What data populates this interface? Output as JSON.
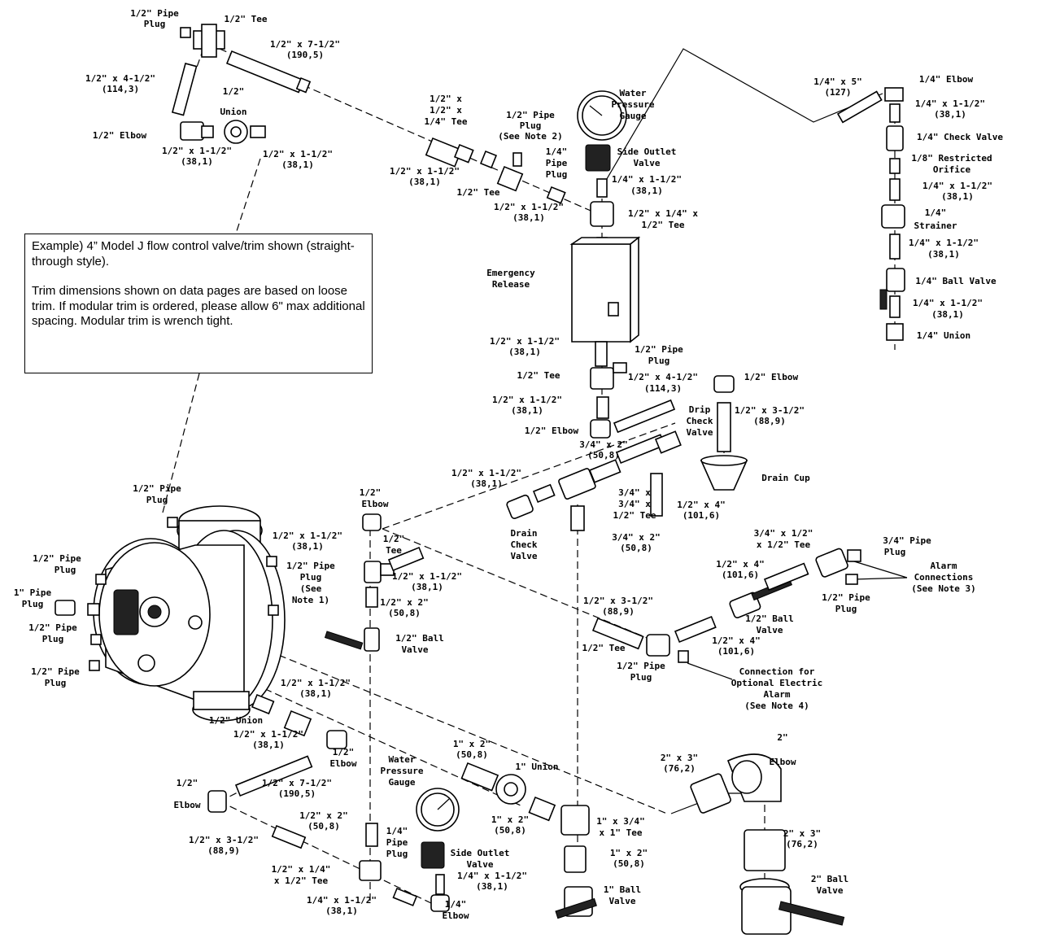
{
  "note": {
    "paragraph1": "Example) 4” Model J flow control valve/trim shown (straight-through style).",
    "paragraph2": "Trim dimensions shown on data pages are based on loose trim.  If modular trim is ordered, please allow 6\" max additional spacing.  Modular trim is wrench tight."
  },
  "labels": [
    [
      "1/2\" Pipe",
      190,
      20
    ],
    [
      "Plug",
      190,
      33
    ],
    [
      "1/2\" Tee",
      302,
      27
    ],
    [
      "1/2\" x 7-1/2\"",
      375,
      58
    ],
    [
      "(190,5)",
      375,
      71
    ],
    [
      "1/2\" x 4-1/2\"",
      148,
      100
    ],
    [
      "(114,3)",
      148,
      113
    ],
    [
      "1/2\"",
      287,
      116
    ],
    [
      "Union",
      287,
      141
    ],
    [
      "1/2\" Elbow",
      147,
      170
    ],
    [
      "1/2\" x 1-1/2\"",
      242,
      189
    ],
    [
      "(38,1)",
      242,
      202
    ],
    [
      "1/2\" x 1-1/2\"",
      366,
      193
    ],
    [
      "(38,1)",
      366,
      206
    ],
    [
      "1/2\" x",
      548,
      125
    ],
    [
      "1/2\" x",
      548,
      139
    ],
    [
      "1/4\" Tee",
      548,
      153
    ],
    [
      "1/2\" Pipe",
      652,
      145
    ],
    [
      "Plug",
      652,
      158
    ],
    [
      "(See Note 2)",
      652,
      171
    ],
    [
      "Water",
      778,
      118
    ],
    [
      "Pressure",
      778,
      132
    ],
    [
      "Gauge",
      778,
      146
    ],
    [
      "1/4\" x 5\"",
      1030,
      104
    ],
    [
      "(127)",
      1030,
      117
    ],
    [
      "1/4\" Elbow",
      1163,
      101
    ],
    [
      "1/4\" x 1-1/2\"",
      1168,
      131
    ],
    [
      "(38,1)",
      1168,
      144
    ],
    [
      "1/4\" Check Valve",
      1180,
      172
    ],
    [
      "1/8\" Restricted",
      1170,
      198
    ],
    [
      "Orifice",
      1170,
      212
    ],
    [
      "1/4\" x 1-1/2\"",
      1177,
      232
    ],
    [
      "(38,1)",
      1177,
      245
    ],
    [
      "1/4\"",
      1150,
      265
    ],
    [
      "Strainer",
      1150,
      281
    ],
    [
      "1/4\" x 1-1/2\"",
      1160,
      302
    ],
    [
      "(38,1)",
      1160,
      316
    ],
    [
      "1/4\" Ball Valve",
      1175,
      349
    ],
    [
      "1/4\" x 1-1/2\"",
      1165,
      376
    ],
    [
      "(38,1)",
      1165,
      390
    ],
    [
      "1/4\" Union",
      1160,
      416
    ],
    [
      "1/4\"",
      684,
      190
    ],
    [
      "Pipe",
      684,
      204
    ],
    [
      "Plug",
      684,
      218
    ],
    [
      "Side Outlet",
      795,
      190
    ],
    [
      "Valve",
      795,
      204
    ],
    [
      "1/4\" x 1-1/2\"",
      795,
      224
    ],
    [
      "(38,1)",
      795,
      238
    ],
    [
      "1/2\" x 1-1/2\"",
      522,
      214
    ],
    [
      "(38,1)",
      522,
      227
    ],
    [
      "1/2\" Tee",
      588,
      240
    ],
    [
      "1/2\" x 1-1/2\"",
      650,
      258
    ],
    [
      "(38,1)",
      650,
      271
    ],
    [
      "1/2\" x 1/4\" x",
      815,
      266
    ],
    [
      "1/2\" Tee",
      815,
      280
    ],
    [
      "Emergency",
      628,
      339
    ],
    [
      "Release",
      628,
      353
    ],
    [
      "1/2\" x 1-1/2\"",
      645,
      423
    ],
    [
      "(38,1)",
      645,
      436
    ],
    [
      "1/2\" Pipe",
      810,
      433
    ],
    [
      "Plug",
      810,
      447
    ],
    [
      "1/2\" Tee",
      662,
      465
    ],
    [
      "1/2\" x 4-1/2\"",
      815,
      467
    ],
    [
      "(114,3)",
      815,
      481
    ],
    [
      "1/2\" Elbow",
      948,
      467
    ],
    [
      "1/2\" x 1-1/2\"",
      648,
      495
    ],
    [
      "(38,1)",
      648,
      508
    ],
    [
      "Drip",
      860,
      507
    ],
    [
      "Check",
      860,
      521
    ],
    [
      "Valve",
      860,
      535
    ],
    [
      "1/2\" x 3-1/2\"",
      946,
      508
    ],
    [
      "(88,9)",
      946,
      521
    ],
    [
      "1/2\" Elbow",
      678,
      533
    ],
    [
      "3/4\" x 2\"",
      742,
      550
    ],
    [
      "(50,8)",
      742,
      563
    ],
    [
      "Drain Cup",
      966,
      591
    ],
    [
      "1/2\" x 1-1/2\"",
      598,
      585
    ],
    [
      "(38,1)",
      598,
      598
    ],
    [
      "1/2\" Pipe",
      193,
      604
    ],
    [
      "Plug",
      193,
      618
    ],
    [
      "3/4\" x",
      780,
      609
    ],
    [
      "3/4\" x",
      780,
      623
    ],
    [
      "1/2\" Tee",
      780,
      637
    ],
    [
      "1/2\" x 4\"",
      862,
      624
    ],
    [
      "(101,6)",
      862,
      637
    ],
    [
      "1/2\"",
      455,
      609
    ],
    [
      "Elbow",
      461,
      623
    ],
    [
      "Drain",
      644,
      659
    ],
    [
      "Check",
      644,
      673
    ],
    [
      "Valve",
      644,
      687
    ],
    [
      "3/4\" x 2\"",
      782,
      664
    ],
    [
      "(50,8)",
      782,
      677
    ],
    [
      "1/2\" x 1-1/2\"",
      378,
      662
    ],
    [
      "(38,1)",
      378,
      675
    ],
    [
      "1/2\"",
      484,
      666
    ],
    [
      "Tee",
      484,
      680
    ],
    [
      "3/4\" x 1/2\"",
      963,
      659
    ],
    [
      "x 1/2\" Tee",
      963,
      673
    ],
    [
      "3/4\" Pipe",
      1115,
      668
    ],
    [
      "Plug",
      1100,
      682
    ],
    [
      "1/2\" Pipe",
      70,
      690
    ],
    [
      "Plug",
      80,
      704
    ],
    [
      "1/2\" Pipe",
      382,
      699
    ],
    [
      "Plug",
      382,
      713
    ],
    [
      "(See",
      382,
      727
    ],
    [
      "Note 1)",
      382,
      741
    ],
    [
      "1/2\" x 4\"",
      910,
      697
    ],
    [
      "(101,6)",
      910,
      710
    ],
    [
      "Alarm",
      1160,
      699
    ],
    [
      "Connections",
      1160,
      713
    ],
    [
      "(See Note 3)",
      1160,
      727
    ],
    [
      "1/2\" x 1-1/2\"",
      525,
      712
    ],
    [
      "(38,1)",
      525,
      725
    ],
    [
      "1\" Pipe",
      40,
      732
    ],
    [
      "Plug",
      40,
      746
    ],
    [
      "1/2\" Pipe",
      1040,
      738
    ],
    [
      "Plug",
      1040,
      752
    ],
    [
      "1/2\" x 2\"",
      497,
      744
    ],
    [
      "(50,8)",
      497,
      757
    ],
    [
      "1/2\" x 3-1/2\"",
      760,
      742
    ],
    [
      "(88,9)",
      760,
      755
    ],
    [
      "1/2\" Ball",
      946,
      764
    ],
    [
      "Valve",
      946,
      778
    ],
    [
      "1/2\" Pipe",
      65,
      775
    ],
    [
      "Plug",
      65,
      789
    ],
    [
      "1/2\" Ball",
      516,
      788
    ],
    [
      "Valve",
      510,
      802
    ],
    [
      "1/2\" x 4\"",
      905,
      791
    ],
    [
      "(101,6)",
      905,
      804
    ],
    [
      "1/2\" Tee",
      742,
      800
    ],
    [
      "1/2\" Pipe",
      788,
      822
    ],
    [
      "Plug",
      788,
      836
    ],
    [
      "1/2\" Pipe",
      68,
      829
    ],
    [
      "Plug",
      68,
      843
    ],
    [
      "Connection for",
      955,
      829
    ],
    [
      "Optional Electric",
      955,
      843
    ],
    [
      "Alarm",
      955,
      857
    ],
    [
      "(See Note 4)",
      955,
      871
    ],
    [
      "1/2\" x 1-1/2\"",
      388,
      843
    ],
    [
      "(38,1)",
      388,
      856
    ],
    [
      "1/2\" Union",
      290,
      889
    ],
    [
      "1/2\" x 1-1/2\"",
      330,
      906
    ],
    [
      "(38,1)",
      330,
      919
    ],
    [
      "1/2\"",
      422,
      928
    ],
    [
      "Elbow",
      422,
      942
    ],
    [
      "Water",
      494,
      937
    ],
    [
      "Pressure",
      494,
      951
    ],
    [
      "Gauge",
      494,
      965
    ],
    [
      "1\" x 2\"",
      580,
      918
    ],
    [
      "(50,8)",
      580,
      931
    ],
    [
      "1\" Union",
      660,
      946
    ],
    [
      "2\" x 3\"",
      835,
      935
    ],
    [
      "(76,2)",
      835,
      948
    ],
    [
      "2\"",
      962,
      910
    ],
    [
      "Elbow",
      962,
      940
    ],
    [
      "1/2\" x 7-1/2\"",
      365,
      966
    ],
    [
      "(190,5)",
      365,
      979
    ],
    [
      "1/2\"",
      230,
      966
    ],
    [
      "Elbow",
      230,
      993
    ],
    [
      "1/2\" x 2\"",
      398,
      1006
    ],
    [
      "(50,8)",
      398,
      1019
    ],
    [
      "1\" x 2\"",
      627,
      1011
    ],
    [
      "(50,8)",
      627,
      1024
    ],
    [
      "1\" x 3/4\"",
      763,
      1013
    ],
    [
      "x 1\" Tee",
      763,
      1027
    ],
    [
      "2\" x 3\"",
      986,
      1028
    ],
    [
      "(76,2)",
      986,
      1041
    ],
    [
      "1/4\"",
      488,
      1025
    ],
    [
      "Pipe",
      488,
      1039
    ],
    [
      "Plug",
      488,
      1053
    ],
    [
      "1/2\" x 3-1/2\"",
      275,
      1036
    ],
    [
      "(88,9)",
      275,
      1049
    ],
    [
      "Side Outlet",
      590,
      1052
    ],
    [
      "Valve",
      590,
      1066
    ],
    [
      "1\" x 2\"",
      773,
      1052
    ],
    [
      "(50,8)",
      773,
      1065
    ],
    [
      "1/2\" x 1/4\"",
      370,
      1072
    ],
    [
      "x 1/2\" Tee",
      370,
      1086
    ],
    [
      "1/4\" x 1-1/2\"",
      605,
      1080
    ],
    [
      "(38,1)",
      605,
      1093
    ],
    [
      "2\" Ball",
      1020,
      1084
    ],
    [
      "Valve",
      1020,
      1098
    ],
    [
      "1\" Ball",
      765,
      1097
    ],
    [
      "Valve",
      765,
      1111
    ],
    [
      "1/4\" x 1-1/2\"",
      420,
      1110
    ],
    [
      "(38,1)",
      420,
      1123
    ],
    [
      "1/4\"",
      560,
      1115
    ],
    [
      "Elbow",
      560,
      1129
    ]
  ]
}
